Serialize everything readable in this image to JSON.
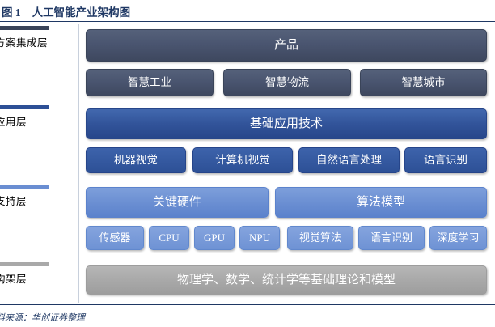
{
  "header": {
    "figure_number": "图 1",
    "figure_title": "人工智能产业架构图",
    "accent_color": "#1f3864"
  },
  "footer": {
    "source_text": "资料来源：华创证券整理"
  },
  "layers": [
    {
      "id": "solution-integration",
      "label": "解决方案集成层",
      "bar_color": "#3a4459"
    },
    {
      "id": "technology-application",
      "label": "技术应用层",
      "bar_color": "#2d5096"
    },
    {
      "id": "foundation-support",
      "label": "基础支持层",
      "bar_color": "#6a8ed2"
    },
    {
      "id": "knowledge-framework",
      "label": "知识构架层",
      "bar_color": "#a9a9a9"
    }
  ],
  "diagram": {
    "product_header": "产品",
    "product_items": [
      "智慧工业",
      "智慧物流",
      "智慧城市"
    ],
    "tech_header": "基础应用技术",
    "tech_items": [
      "机器视觉",
      "计算机视觉",
      "自然语言处理",
      "语言识别"
    ],
    "hardware_header": "关键硬件",
    "hardware_items": [
      "传感器",
      "CPU",
      "GPU",
      "NPU"
    ],
    "algorithm_header": "算法模型",
    "algorithm_items": [
      "视觉算法",
      "语言识别",
      "深度学习"
    ],
    "foundation_theory": "物理学、数学、统计学等基础理论和模型"
  },
  "colors": {
    "slate": "#4a5570",
    "blue": "#2d5096",
    "light_blue": "#6a8ed2",
    "gray": "#a9a9a9",
    "title_navy": "#1f3864"
  }
}
